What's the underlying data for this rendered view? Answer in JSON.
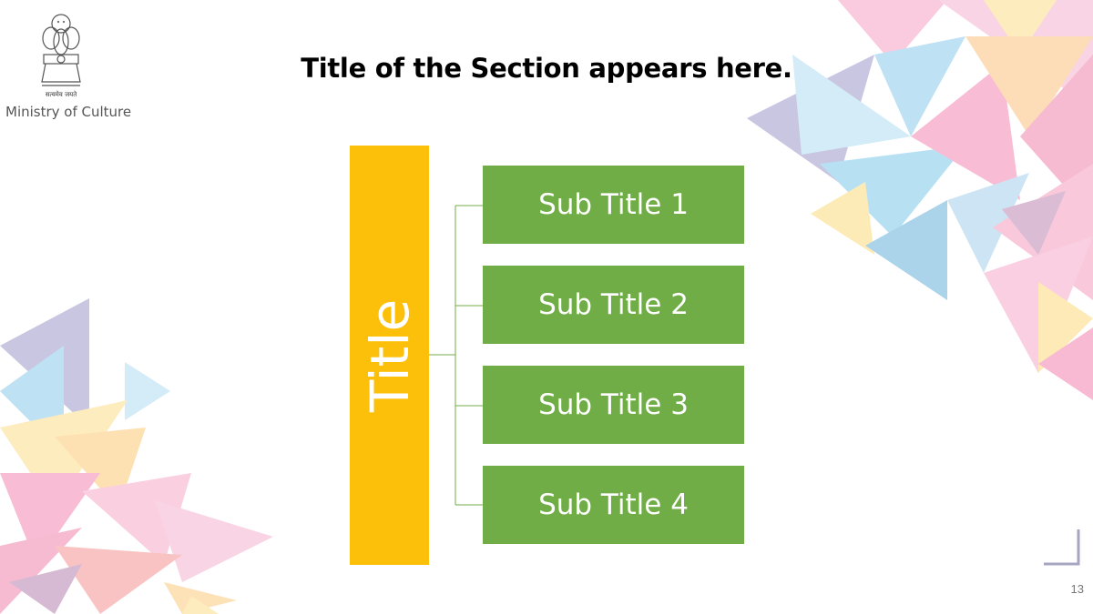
{
  "header": {
    "ministry_label": "Ministry of Culture",
    "motto": "सत्यमेव जयते",
    "section_title": "Title of the Section appears here."
  },
  "diagram": {
    "main_title": "Title",
    "sub_titles": [
      "Sub Title 1",
      "Sub Title 2",
      "Sub Title 3",
      "Sub Title 4"
    ]
  },
  "footer": {
    "page_number": "13"
  },
  "colors": {
    "main_box": "#fdc00a",
    "sub_box": "#70ad47",
    "connector": "#70ad47"
  },
  "icons": {
    "emblem": "ashoka-emblem-icon",
    "corner_mark": "corner-bracket-icon"
  }
}
